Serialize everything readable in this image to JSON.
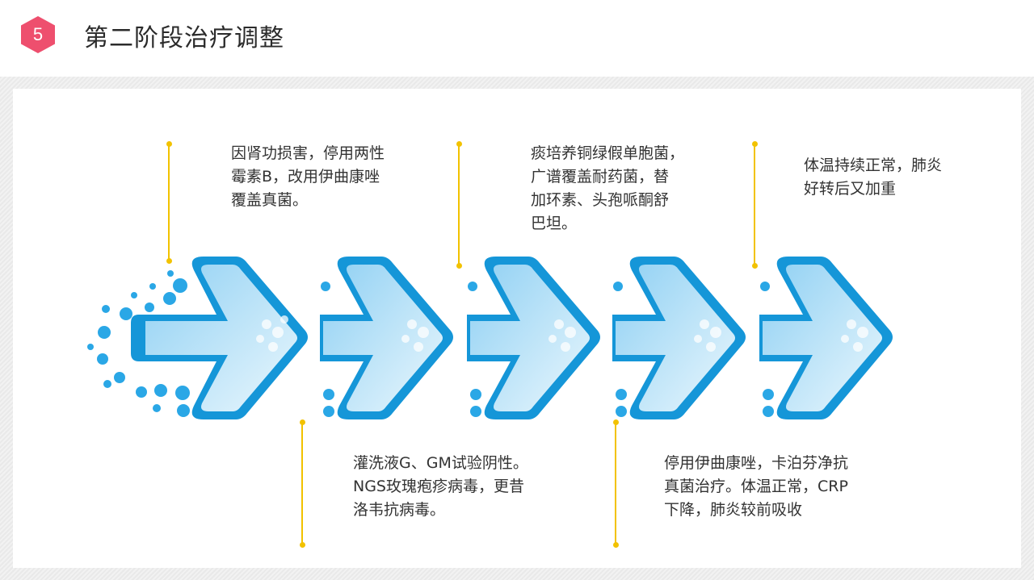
{
  "header": {
    "step_number": "5",
    "title": "第二阶段治疗调整"
  },
  "colors": {
    "badge": "#ee4f6e",
    "accent_line": "#f2c200",
    "arrow_dark": "#1596d8",
    "arrow_light": "#cfeaf8"
  },
  "steps": [
    {
      "text": "因肾功损害，停用两性\n霉素B，改用伊曲康唑\n覆盖真菌。"
    },
    {
      "text": "灌洗液G、GM试验阴性。\nNGS玫瑰疱疹病毒，更昔\n洛韦抗病毒。"
    },
    {
      "text": "痰培养铜绿假单胞菌，\n广谱覆盖耐药菌，替\n加环素、头孢哌酮舒\n巴坦。"
    },
    {
      "text": "停用伊曲康唑，卡泊芬净抗\n真菌治疗。体温正常，CRP\n下降，肺炎较前吸收"
    },
    {
      "text": "体温持续正常，肺炎\n好转后又加重"
    }
  ],
  "icons": {
    "badge": "hexagon-badge-icon",
    "arrow": "chevron-arrow-icon"
  }
}
